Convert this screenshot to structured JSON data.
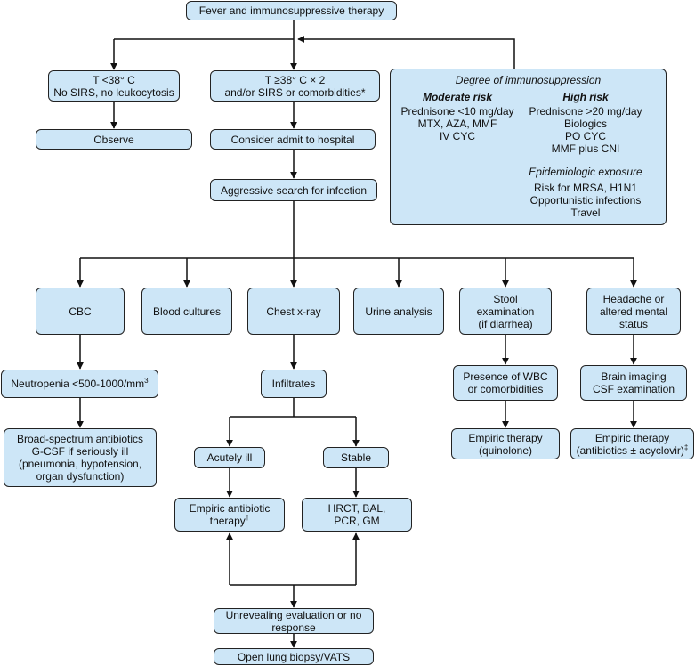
{
  "nodes": {
    "start": {
      "lines": [
        "Fever and immunosuppressive therapy"
      ]
    },
    "t_low": {
      "lines": [
        "T <38° C",
        "No SIRS, no leukocytosis"
      ]
    },
    "t_high": {
      "lines": [
        "T ≥38° C × 2",
        "and/or SIRS or comorbidities*"
      ]
    },
    "observe": {
      "lines": [
        "Observe"
      ]
    },
    "admit": {
      "lines": [
        "Consider admit to hospital"
      ]
    },
    "search": {
      "lines": [
        "Aggressive search for infection"
      ]
    },
    "cbc": {
      "lines": [
        "CBC"
      ]
    },
    "blood": {
      "lines": [
        "Blood cultures"
      ]
    },
    "cxr": {
      "lines": [
        "Chest x-ray"
      ]
    },
    "urine": {
      "lines": [
        "Urine analysis"
      ]
    },
    "stool": {
      "lines": [
        "Stool",
        "examination",
        "(if diarrhea)"
      ]
    },
    "headache": {
      "lines": [
        "Headache or",
        "altered mental",
        "status"
      ]
    },
    "neutropenia": {
      "lines": [
        "Neutropenia <500-1000/mm"
      ],
      "sup": "3"
    },
    "broad": {
      "lines": [
        "Broad-spectrum antibiotics",
        "G-CSF if seriously ill",
        "(pneumonia, hypotension,",
        "organ dysfunction)"
      ]
    },
    "infiltrates": {
      "lines": [
        "Infiltrates"
      ]
    },
    "acutely": {
      "lines": [
        "Acutely ill"
      ]
    },
    "stable": {
      "lines": [
        "Stable"
      ]
    },
    "empiric_abx": {
      "lines": [
        "Empiric antibiotic",
        "therapy"
      ],
      "sup": "†"
    },
    "hrct": {
      "lines": [
        "HRCT, BAL,",
        "PCR, GM"
      ]
    },
    "wbc": {
      "lines": [
        "Presence of WBC",
        "or comorbidities"
      ]
    },
    "quinolone": {
      "lines": [
        "Empiric therapy",
        "(quinolone)"
      ]
    },
    "brain": {
      "lines": [
        "Brain imaging",
        "CSF examination"
      ]
    },
    "acyclovir": {
      "lines": [
        "Empiric therapy",
        "(antibiotics ± acyclovir)"
      ],
      "sup": "‡"
    },
    "unrevealing": {
      "lines": [
        "Unrevealing evaluation or no",
        "response"
      ]
    },
    "biopsy": {
      "lines": [
        "Open lung biopsy/VATS"
      ]
    }
  },
  "immunosuppression": {
    "title": "Degree of immunosuppression",
    "moderate_title": "Moderate risk",
    "moderate_items": [
      "Prednisone <10 mg/day",
      "MTX, AZA, MMF",
      "IV CYC"
    ],
    "high_title": "High risk",
    "high_items": [
      "Prednisone >20 mg/day",
      "Biologics",
      "PO CYC",
      "MMF plus CNI"
    ],
    "epi_title": "Epidemiologic exposure",
    "epi_items": [
      "Risk for MRSA, H1N1",
      "Opportunistic infections",
      "Travel"
    ]
  },
  "colors": {
    "box_fill": "#cde6f7",
    "line": "#111111"
  }
}
